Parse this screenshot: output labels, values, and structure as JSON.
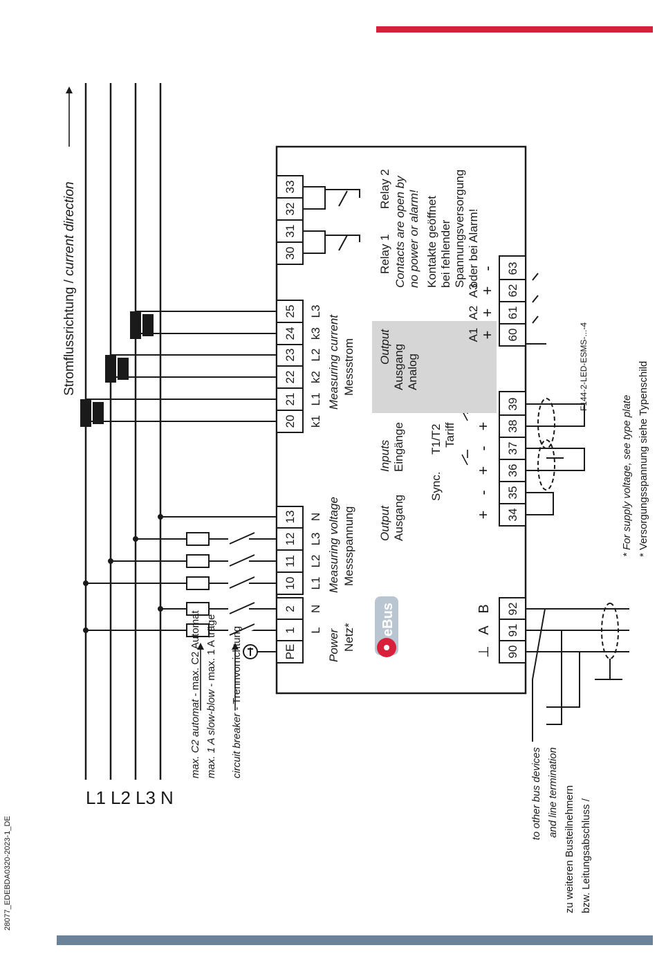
{
  "doc_id": "28077_EDEBDA0320-2023-1_DE",
  "accent_colors": {
    "top_bar": "#d8203a",
    "bottom_bar": "#6b8399",
    "ebus_red": "#d8203a",
    "ebus_grey": "#b9c5d1",
    "analog_box": "#d6d6d6"
  },
  "direction": {
    "text_de": "Stromflussrichtung / ",
    "text_en": "current  direction"
  },
  "phases": [
    "L1",
    "L2",
    "L3",
    "N"
  ],
  "fuse_notes": {
    "line1_en": "max. C2 automat",
    "line1_de": " - max. C2 Automat",
    "line2_en": "max. 1 A slow-blow",
    "line2_de": " - max. 1 A träge",
    "line3_en": "circuit breaker",
    "line3_de": " - Trennvorrichtung"
  },
  "bus_notes": {
    "line1": "to other bus devices",
    "line2": "and line termination",
    "line3": "zu weiteren Busteilnehmern",
    "line4": "bzw. Leitungsabschluss /"
  },
  "terminals_left": [
    "PE",
    "1",
    "2",
    "10",
    "11",
    "12",
    "13",
    "20",
    "21",
    "22",
    "23",
    "24",
    "25"
  ],
  "terminals_relay": [
    "30",
    "31",
    "32",
    "33"
  ],
  "terminals_right": [
    "90",
    "91",
    "92",
    "34",
    "35",
    "36",
    "37",
    "38",
    "39",
    "60",
    "61",
    "62",
    "63"
  ],
  "power": {
    "l": "L",
    "n": "N",
    "en": "Power",
    "de": "Netz*"
  },
  "measuring_voltage": {
    "l1": "L1",
    "l2": "L2",
    "l3": "L3",
    "n": "N",
    "en": "Measuring voltage",
    "de": "Messspannung"
  },
  "measuring_current": {
    "k1": "k1",
    "l1": "L1",
    "k2": "k2",
    "l2": "L2",
    "k3": "k3",
    "l3": "L3",
    "en": "Measuring current",
    "de": "Messstrom"
  },
  "output_pulse": {
    "en": "Output",
    "de": "Ausgang",
    "plus": "+",
    "minus": "-"
  },
  "inputs": {
    "en": "Inputs",
    "de": "Eingänge",
    "sync": "Sync.",
    "tariff1": "T1/T2",
    "tariff2": "Tariff",
    "plus1": "+",
    "minus1": "-",
    "plus2": "+",
    "minus2": "-"
  },
  "analog": {
    "en": "Output",
    "de1": "Ausgang",
    "de2": "Analog",
    "a1": "A1",
    "a2": "A2",
    "a3": "A3",
    "p1": "+",
    "p2": "+",
    "p3": "+",
    "m": "-"
  },
  "relay": {
    "relay1": "Relay 1",
    "relay2": "Relay 2",
    "note_en1": "Contacts are open by",
    "note_en2": "no power or alarm!",
    "note_de1": "Kontakte geöffnet",
    "note_de2": "bei fehlender",
    "note_de3": "Spannungsversorgung",
    "note_de4": "oder bei Alarm!"
  },
  "ebus": {
    "logo": "eBus"
  },
  "bus": {
    "ground": "⊥",
    "a": "A",
    "b": "B"
  },
  "model_code": "F144-2-LED-ESMS-...-4",
  "supply_notes": {
    "en": "* For supply voltage, see type plate",
    "de": "* Versorgungsspannung siehe Typenschild"
  }
}
